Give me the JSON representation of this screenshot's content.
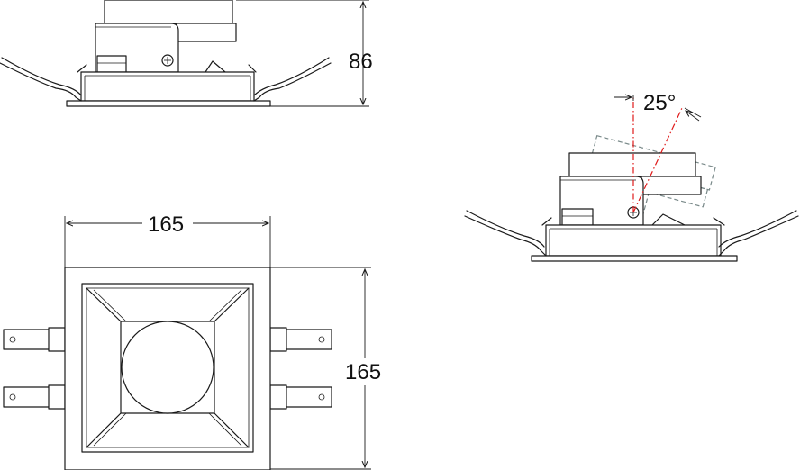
{
  "dimensions": {
    "height_label": "86",
    "width_label": "165",
    "depth_label": "165",
    "tilt_label": "25°"
  },
  "colors": {
    "line": "#1a1a1a",
    "axis": "#e01a1a",
    "tilted_outline": "#7a8a8a"
  }
}
